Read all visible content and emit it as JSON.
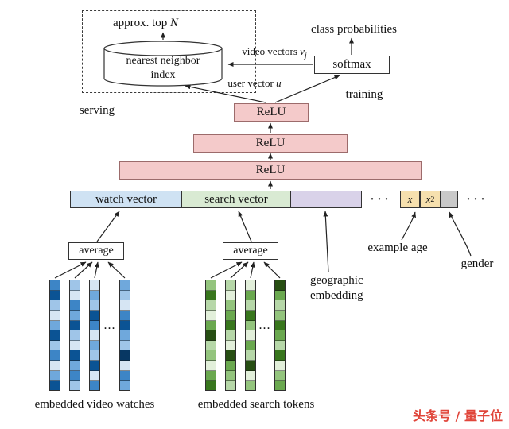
{
  "serving": {
    "approx_top_prefix": "approx. top",
    "approx_top_var": "N",
    "nn_line1": "nearest neighbor",
    "nn_line2": "index",
    "label": "serving"
  },
  "training": {
    "class_probabilities": "class probabilities",
    "softmax": "softmax",
    "label": "training",
    "video_vectors_prefix": "video vectors",
    "video_vectors_var": "v",
    "video_vectors_sub": "j",
    "user_vector_prefix": "user vector",
    "user_vector_var": "u"
  },
  "layers": {
    "relu": "ReLU"
  },
  "features": {
    "watch": "watch vector",
    "search": "search vector",
    "x": "x",
    "x2_base": "x",
    "x2_sup": "2"
  },
  "inputs": {
    "average": "average",
    "video_caption": "embedded video watches",
    "search_caption": "embedded search tokens",
    "geo_line1": "geographic",
    "geo_line2": "embedding",
    "example_age": "example age",
    "gender": "gender"
  },
  "misc": {
    "dots": "···"
  },
  "watermark": {
    "text": "头条号 / 量子位",
    "color": "#e0453a"
  },
  "colors": {
    "relu_fill": "#f4caca",
    "relu_border": "#9c6b6b",
    "watch_fill": "#cfe2f3",
    "search_fill": "#d9ead3",
    "geo_fill": "#d9d2e9",
    "age_fill": "#f6e0ae",
    "gender_fill": "#c9c9c9"
  },
  "embeddings": {
    "video_columns": [
      [
        "#3d85c6",
        "#0b5394",
        "#9fc5e8",
        "#d6e5f3",
        "#6fa8dc",
        "#0b5394",
        "#9fc5e8",
        "#3d85c6",
        "#d6e5f3",
        "#6fa8dc",
        "#0b5394"
      ],
      [
        "#9fc5e8",
        "#d6e5f3",
        "#3d85c6",
        "#6fa8dc",
        "#0b5394",
        "#9fc5e8",
        "#d6e5f3",
        "#0b5394",
        "#6fa8dc",
        "#3d85c6",
        "#9fc5e8"
      ],
      [
        "#d6e5f3",
        "#6fa8dc",
        "#9fc5e8",
        "#0b5394",
        "#3d85c6",
        "#d6e5f3",
        "#6fa8dc",
        "#9fc5e8",
        "#0b5394",
        "#d6e5f3",
        "#3d85c6"
      ],
      [
        "#6fa8dc",
        "#9fc5e8",
        "#d6e5f3",
        "#3d85c6",
        "#0b5394",
        "#6fa8dc",
        "#9fc5e8",
        "#073763",
        "#d6e5f3",
        "#3d85c6",
        "#6fa8dc"
      ]
    ],
    "search_columns": [
      [
        "#93c47d",
        "#38761d",
        "#b6d7a8",
        "#e2efda",
        "#6aa84f",
        "#274e13",
        "#b6d7a8",
        "#93c47d",
        "#e2efda",
        "#6aa84f",
        "#38761d"
      ],
      [
        "#b6d7a8",
        "#e2efda",
        "#93c47d",
        "#6aa84f",
        "#38761d",
        "#b6d7a8",
        "#e2efda",
        "#274e13",
        "#6aa84f",
        "#93c47d",
        "#b6d7a8"
      ],
      [
        "#e2efda",
        "#6aa84f",
        "#b6d7a8",
        "#38761d",
        "#93c47d",
        "#e2efda",
        "#6aa84f",
        "#b6d7a8",
        "#274e13",
        "#e2efda",
        "#93c47d"
      ],
      [
        "#274e13",
        "#6aa84f",
        "#b6d7a8",
        "#93c47d",
        "#38761d",
        "#6aa84f",
        "#b6d7a8",
        "#38761d",
        "#e2efda",
        "#93c47d",
        "#6aa84f"
      ]
    ]
  }
}
